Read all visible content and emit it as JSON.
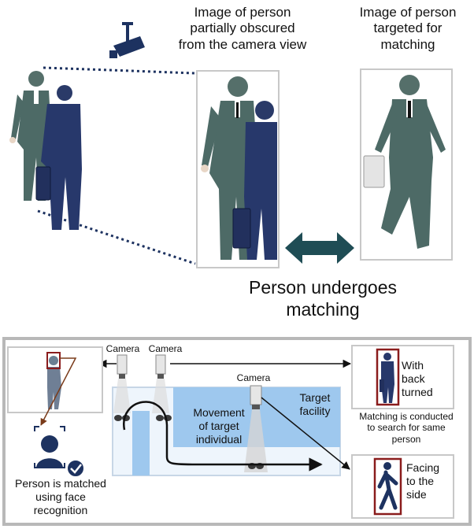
{
  "top": {
    "caption_obscured": [
      "Image of person",
      "partially obscured",
      "from the camera view"
    ],
    "caption_target": [
      "Image of person",
      "targeted for",
      "matching"
    ],
    "matching_label": [
      "Person undergoes",
      "matching"
    ]
  },
  "bottom": {
    "camera_labels": [
      "Camera",
      "Camera",
      "Camera"
    ],
    "target_facility": [
      "Target",
      "facility"
    ],
    "movement": [
      "Movement",
      "of target",
      "individual"
    ],
    "back_turned": [
      "With",
      "back",
      "turned"
    ],
    "matching_note": [
      "Matching is conducted",
      "to search for same",
      "person"
    ],
    "side": [
      "Facing",
      "to the",
      "side"
    ],
    "face_recognition": [
      "Person is matched",
      "using face",
      "recognition"
    ]
  },
  "colors": {
    "suit_gray": "#4d6a66",
    "suit_navy": "#27386b",
    "arrow_teal": "#1f4d55",
    "facility_blue": "#9ec8ee",
    "frame_gray": "#c8c8c8",
    "frame_red": "#8a1c1c",
    "icon_navy": "#1d3260"
  }
}
